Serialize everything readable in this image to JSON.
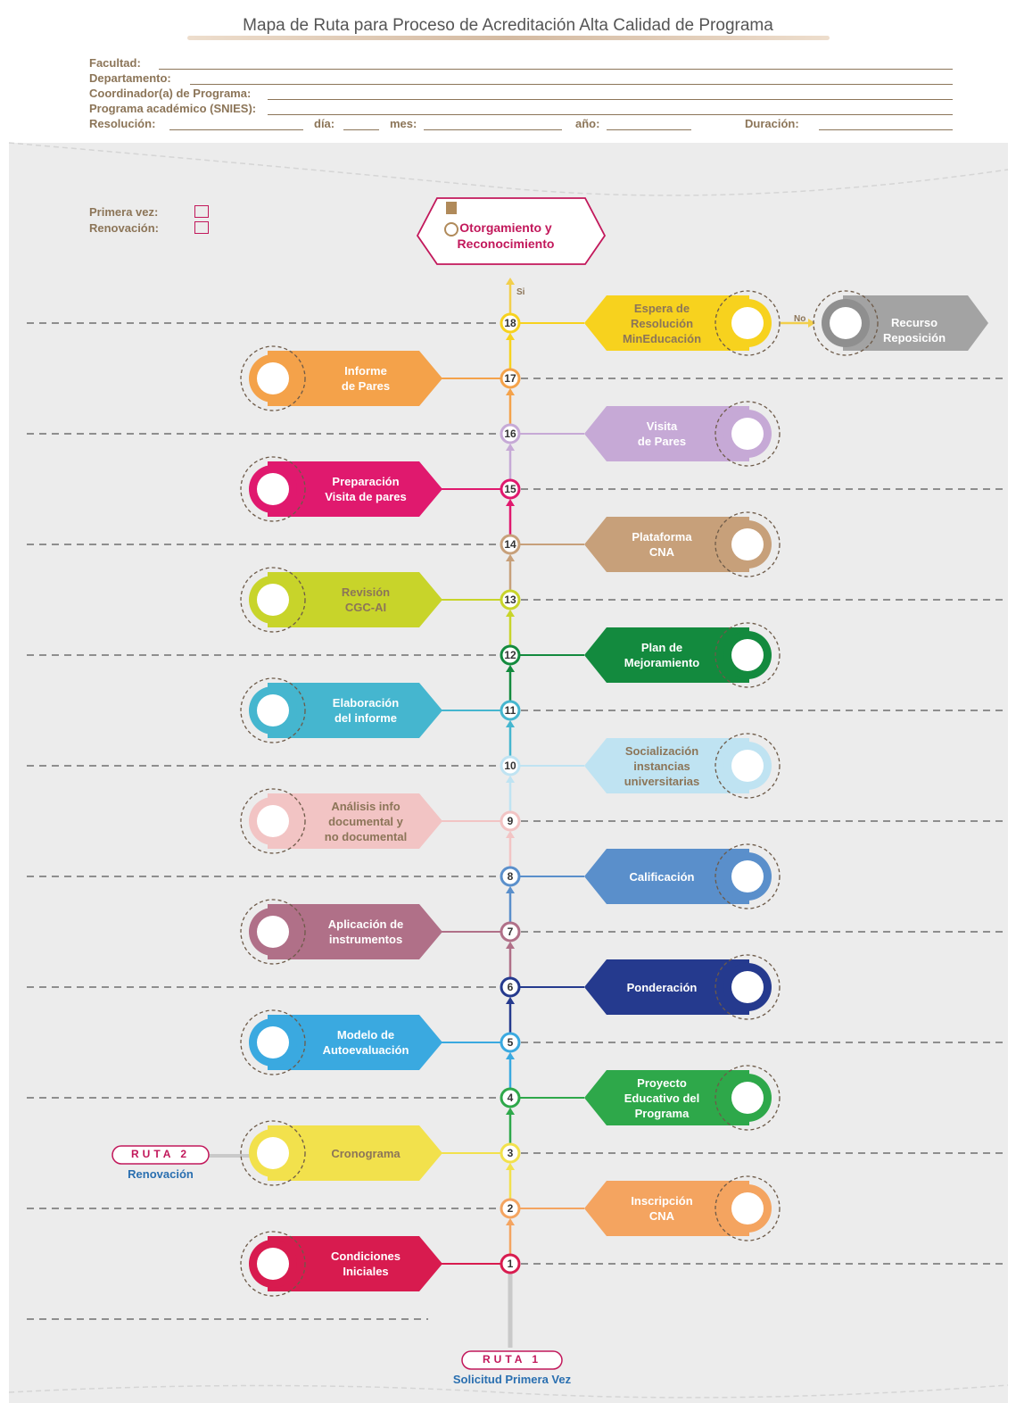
{
  "title": "Mapa de Ruta para Proceso de Acreditación Alta Calidad de Programa",
  "form": {
    "facultad": "Facultad:",
    "departamento": "Departamento:",
    "coordinador": "Coordinador(a) de Programa:",
    "programa": "Programa académico (SNIES):",
    "resolucion": "Resolución:",
    "dia": "día:",
    "mes": "mes:",
    "anio": "año:",
    "duracion": "Duración:"
  },
  "checks": {
    "primera": "Primera vez:",
    "renovacion": "Renovación:"
  },
  "final": {
    "line1": "Otorgamiento y",
    "line2": "Reconocimiento"
  },
  "edge": {
    "si": "Si",
    "no": "No"
  },
  "recurso": {
    "line1": "Recurso",
    "line2": "Reposición"
  },
  "route1": {
    "label": "RUTA 1",
    "sub": "Solicitud Primera Vez"
  },
  "route2": {
    "label": "RUTA 2",
    "sub": "Renovación"
  },
  "steps": [
    {
      "n": "1",
      "label": "Condiciones\nIniciales",
      "side": "left",
      "color": "#d81b4f"
    },
    {
      "n": "2",
      "label": "Inscripción\nCNA",
      "side": "right",
      "color": "#f4a460"
    },
    {
      "n": "3",
      "label": "Cronograma",
      "side": "left",
      "color": "#f2e14c"
    },
    {
      "n": "4",
      "label": "Proyecto\nEducativo del\nPrograma",
      "side": "right",
      "color": "#2ea84a"
    },
    {
      "n": "5",
      "label": "Modelo de\nAutoevaluación",
      "side": "left",
      "color": "#3aa9e0"
    },
    {
      "n": "6",
      "label": "Ponderación",
      "side": "right",
      "color": "#253a8e"
    },
    {
      "n": "7",
      "label": "Aplicación de\ninstrumentos",
      "side": "left",
      "color": "#b07088"
    },
    {
      "n": "8",
      "label": "Calificación",
      "side": "right",
      "color": "#5a8fcb"
    },
    {
      "n": "9",
      "label": "Análisis info\ndocumental y\nno documental",
      "side": "left",
      "color": "#f2c4c4"
    },
    {
      "n": "10",
      "label": "Socialización\ninstancias\nuniversitarias",
      "side": "right",
      "color": "#bfe3f2"
    },
    {
      "n": "11",
      "label": "Elaboración\ndel informe",
      "side": "left",
      "color": "#45b6cf"
    },
    {
      "n": "12",
      "label": "Plan de\nMejoramiento",
      "side": "right",
      "color": "#138a3e"
    },
    {
      "n": "13",
      "label": "Revisión\nCGC-AI",
      "side": "left",
      "color": "#c8d42a"
    },
    {
      "n": "14",
      "label": "Plataforma\nCNA",
      "side": "right",
      "color": "#c7a07a"
    },
    {
      "n": "15",
      "label": "Preparación\nVisita de pares",
      "side": "left",
      "color": "#e0196e"
    },
    {
      "n": "16",
      "label": "Visita\nde Pares",
      "side": "right",
      "color": "#c6a9d6"
    },
    {
      "n": "17",
      "label": "Informe\nde Pares",
      "side": "left",
      "color": "#f4a24a"
    },
    {
      "n": "18",
      "label": "Espera de\nResolución\nMinEducación",
      "side": "right",
      "color": "#f7d21e"
    }
  ],
  "label_colors": {
    "9": "#8c7558",
    "10": "#8c7558",
    "3": "#8c7558",
    "13": "#8c7558",
    "18": "#8c7558",
    "17": "#ffffff"
  }
}
